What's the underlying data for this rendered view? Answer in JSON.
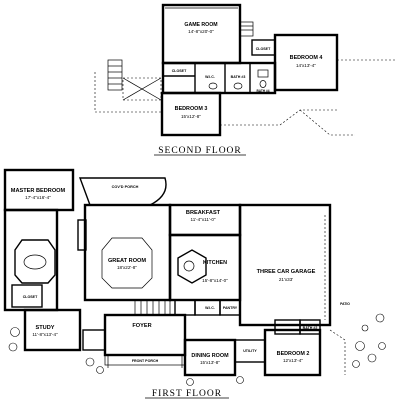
{
  "floors": {
    "second": {
      "caption": "SECOND FLOOR",
      "rooms": {
        "game_room": {
          "name": "GAME ROOM",
          "dim": "14'-8\"x20'-0\""
        },
        "bedroom4": {
          "name": "BEDROOM 4",
          "dim": "14'x13'-4\""
        },
        "bedroom3": {
          "name": "BEDROOM 3",
          "dim": "15'x12'-8\""
        },
        "closet_a": {
          "name": "CLOSET"
        },
        "closet_b": {
          "name": "CLOSET"
        },
        "bath3": {
          "name": "BATH #3"
        },
        "bath_upper": {
          "name": "BATH #4"
        },
        "wic": {
          "name": "W.I.C."
        }
      }
    },
    "first": {
      "caption": "FIRST FLOOR",
      "rooms": {
        "master": {
          "name": "MASTER BEDROOM",
          "dim": "17'-4\"x16'-4\""
        },
        "breakfast": {
          "name": "BREAKFAST",
          "dim": "11'-4\"x11'-0\""
        },
        "great_room": {
          "name": "GREAT ROOM",
          "dim": "18'x22'-8\""
        },
        "kitchen": {
          "name": "KITCHEN",
          "dim": "15'-8\"x14'-0\""
        },
        "garage": {
          "name": "THREE CAR GARAGE",
          "dim": "21'x33'"
        },
        "study": {
          "name": "STUDY",
          "dim": "11'-8\"x13'-4\""
        },
        "foyer": {
          "name": "FOYER"
        },
        "dining": {
          "name": "DINING ROOM",
          "dim": "15'x13'-8\""
        },
        "bedroom2": {
          "name": "BEDROOM 2",
          "dim": "12'x13'-4\""
        },
        "utility": {
          "name": "UTILITY"
        },
        "pantry": {
          "name": "PANTRY"
        },
        "wic": {
          "name": "W.I.C."
        },
        "porch_rear": {
          "name": "COV'D PORCH"
        },
        "porch_front": {
          "name": "FRONT PORCH"
        },
        "bath2": {
          "name": "BATH #2"
        },
        "closet": {
          "name": "CLOSET"
        },
        "patio": {
          "name": "PATIO"
        }
      }
    }
  }
}
